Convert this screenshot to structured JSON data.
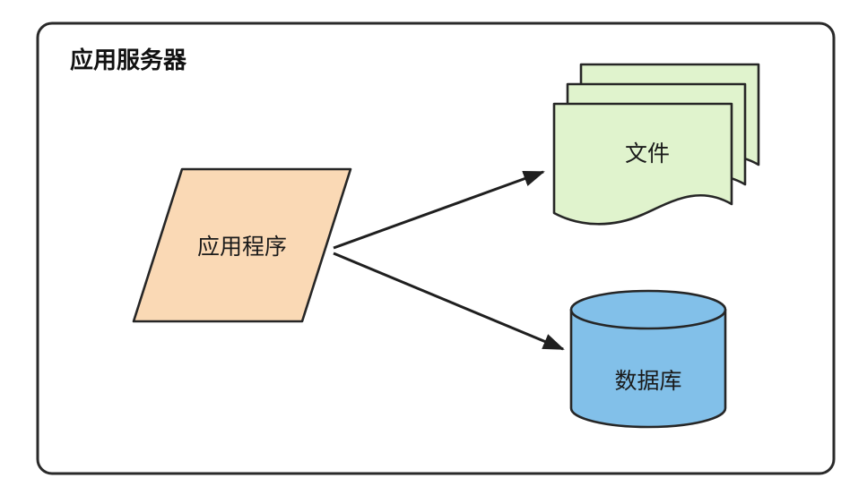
{
  "diagram": {
    "title": "应用服务器",
    "nodes": {
      "app": {
        "label": "应用程序",
        "shape": "parallelogram"
      },
      "file": {
        "label": "文件",
        "shape": "document-stack"
      },
      "database": {
        "label": "数据库",
        "shape": "cylinder"
      }
    },
    "edges": [
      {
        "from": "app",
        "to": "file"
      },
      {
        "from": "app",
        "to": "database"
      }
    ],
    "colors": {
      "app_fill": "#fad9b5",
      "file_fill": "#e0f3cd",
      "database_fill": "#82c0e9",
      "outline": "#262626",
      "arrow": "#1f1f1f"
    }
  }
}
